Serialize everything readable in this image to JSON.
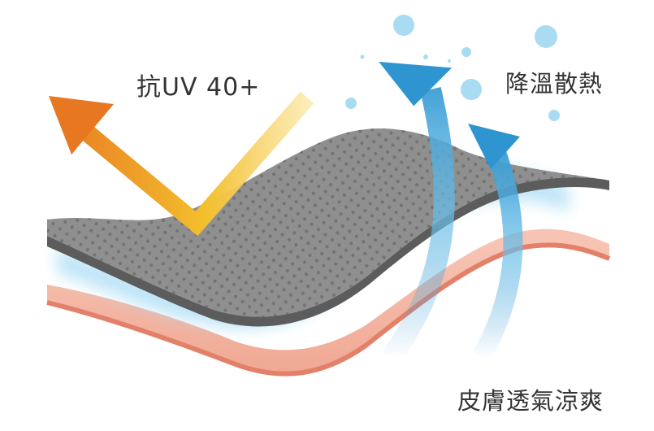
{
  "labels": {
    "uv": "抗UV 40+",
    "cooling": "降溫散熱",
    "skin": "皮膚透氣涼爽"
  },
  "colors": {
    "fabric_top": "#8f8f8f",
    "fabric_edge": "#5c5c5c",
    "fabric_dot": "#6e6e6e",
    "skin_fill": "#f0a995",
    "skin_edge": "#e3806a",
    "glow": "#a8dcf5",
    "uv_arrow_start": "#e87722",
    "uv_arrow_end": "#f3bf2d",
    "air_arrow": "#2f95d0",
    "bubble": "#a9dcf3",
    "text": "#333333"
  },
  "icons": {
    "uv_arrow": "uv-reflect-arrow-icon",
    "air_arrow": "airflow-arrow-icon",
    "bubble": "water-bubble-icon"
  }
}
